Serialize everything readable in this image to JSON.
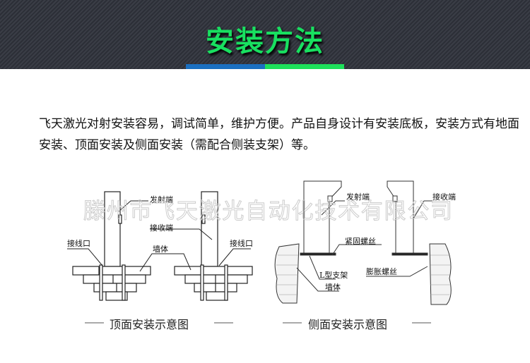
{
  "header": {
    "title": "安装方法",
    "bar_colors": [
      "#1a6fc0",
      "#1de05a"
    ]
  },
  "description": "飞天激光对射安装容易，调试简单，维护方便。产品自身设计有安装底板，安装方式有地面安装、顶面安装及侧面安装（需配合侧装支架）等。",
  "watermark": "滕州市飞天激光自动化技术有限公司",
  "top_diagram": {
    "caption": "顶面安装示意图",
    "labels": {
      "emitter": "发射端",
      "receiver": "接收端",
      "wall": "墙体",
      "port_left": "接线口",
      "port_right": "接线口"
    }
  },
  "side_diagram": {
    "caption": "侧面安装示意图",
    "labels": {
      "emitter": "发射端",
      "receiver": "接收端",
      "screw": "紧固螺丝",
      "bracket": "L型支架",
      "wall": "墙体",
      "anchor": "膨胀螺丝"
    }
  }
}
